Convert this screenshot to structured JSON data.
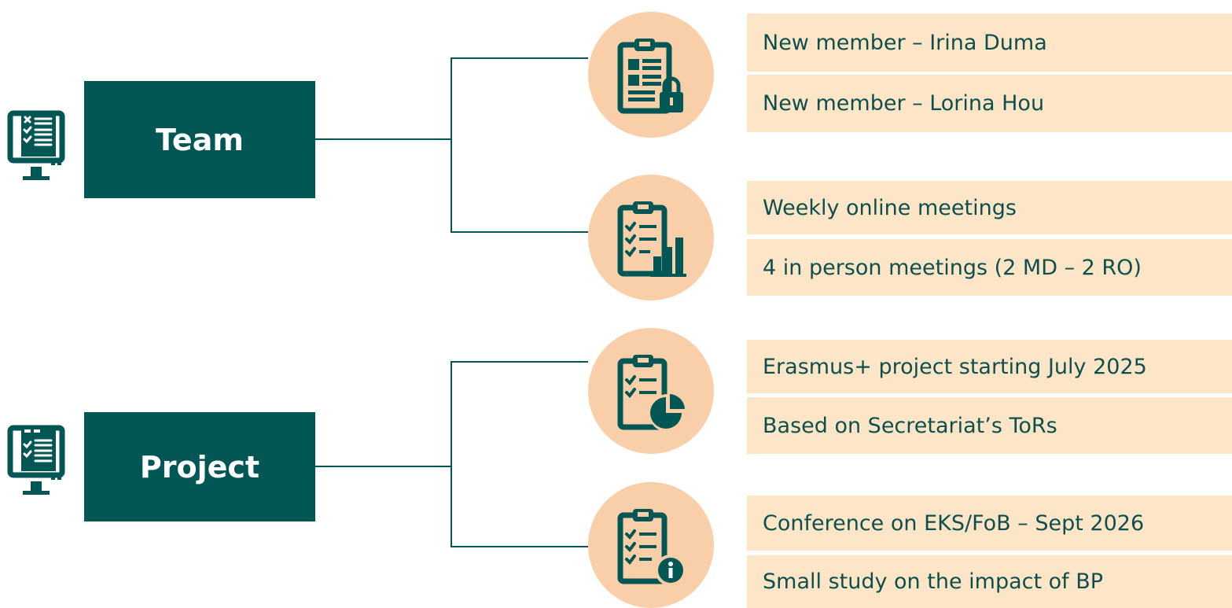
{
  "colors": {
    "primary": "#025754",
    "circle": "#f8cfa8",
    "band": "#fde6c7"
  },
  "groups": [
    {
      "label": "Team",
      "icon": "monitor-checklist-icon",
      "items": [
        {
          "icon": "clipboard-lock-icon",
          "texts": [
            "New member – Irina Duma",
            "New member – Lorina Hou"
          ]
        },
        {
          "icon": "clipboard-bar-chart-icon",
          "texts": [
            "Weekly online meetings",
            "4 in person meetings (2 MD – 2 RO)"
          ]
        }
      ]
    },
    {
      "label": "Project",
      "icon": "monitor-checklist-icon",
      "items": [
        {
          "icon": "clipboard-pie-chart-icon",
          "texts": [
            "Erasmus+ project starting July 2025",
            "Based on Secretariat’s ToRs"
          ]
        },
        {
          "icon": "clipboard-info-icon",
          "texts": [
            "Conference on EKS/FoB – Sept 2026",
            "Small study on the impact of BP"
          ]
        }
      ]
    }
  ]
}
